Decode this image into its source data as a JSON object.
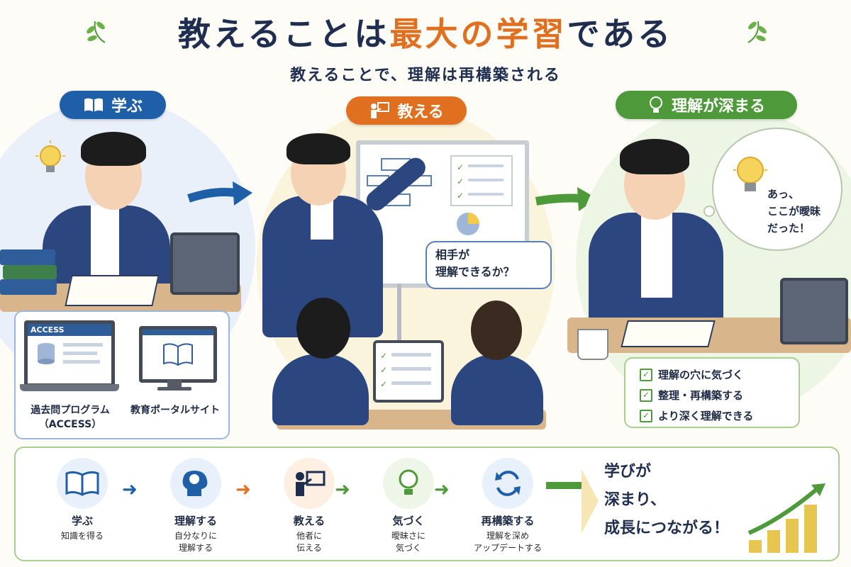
{
  "header": {
    "title_part1": "教えることは",
    "title_accent": "最大の学習",
    "title_part2": "である",
    "subtitle": "教えることで、理解は再構築される"
  },
  "panels": {
    "learn": {
      "label": "学ぶ",
      "tools": [
        {
          "screen_title": "ACCESS",
          "label_line1": "過去問プログラム",
          "label_line2": "（ACCESS）"
        },
        {
          "label_line1": "教育ポータルサイト"
        }
      ]
    },
    "teach": {
      "label": "教える",
      "bubble_line1": "相手が",
      "bubble_line2": "理解できるか？"
    },
    "deepen": {
      "label": "理解が深まる",
      "thought_line1": "あっ、",
      "thought_line2": "ここが曖昧",
      "thought_line3": "だった！",
      "checks": [
        "理解の穴に気づく",
        "整理・再構築する",
        "より深く理解できる"
      ]
    }
  },
  "flow": {
    "steps": [
      {
        "title": "学ぶ",
        "desc1": "知識を得る",
        "desc2": "",
        "icon": "book-icon",
        "color": "#e8f0fb"
      },
      {
        "title": "理解する",
        "desc1": "自分なりに",
        "desc2": "理解する",
        "icon": "brain-icon",
        "color": "#e8f0fb"
      },
      {
        "title": "教える",
        "desc1": "他者に",
        "desc2": "伝える",
        "icon": "teacher-icon",
        "color": "#fdf0e3"
      },
      {
        "title": "気づく",
        "desc1": "曖昧さに",
        "desc2": "気づく",
        "icon": "lightbulb-icon",
        "color": "#eef6e8"
      },
      {
        "title": "再構築する",
        "desc1": "理解を深め",
        "desc2": "アップデートする",
        "icon": "refresh-icon",
        "color": "#e8f0fb"
      }
    ],
    "conclusion_line1": "学びが",
    "conclusion_line2": "深まり、",
    "conclusion_line3": "成長につながる！"
  },
  "colors": {
    "blue": "#1f5fa8",
    "orange": "#e0701f",
    "green": "#4e9a3a",
    "navy": "#1f2d4f"
  }
}
